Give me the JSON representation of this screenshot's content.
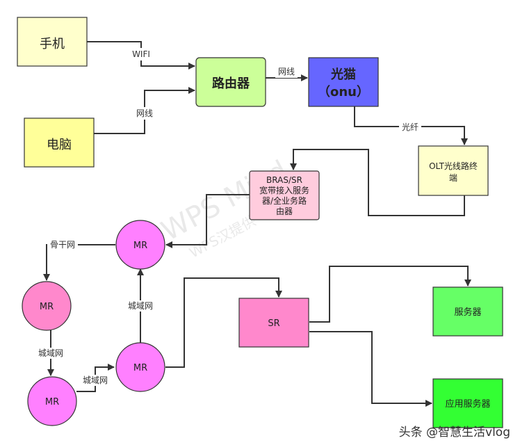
{
  "nodes": {
    "phone": {
      "label": [
        "手机"
      ],
      "fill": "#ffffcc"
    },
    "pc": {
      "label": [
        "电脑"
      ],
      "fill": "#ffff99"
    },
    "router": {
      "label": [
        "路由器"
      ],
      "fill": "#ccff99"
    },
    "onu": {
      "label": [
        "光猫",
        "（onu）"
      ],
      "fill": "#6666ff"
    },
    "olt": {
      "label": [
        "OLT光线路终",
        "端"
      ],
      "fill": "#ffffcc"
    },
    "bras": {
      "label": [
        "BRAS/SR",
        "宽带接入服务",
        "器/全业务路",
        "由器"
      ],
      "fill": "#ffccdd"
    },
    "mr_top": {
      "label": [
        "MR"
      ],
      "fill": "#ff80ff"
    },
    "mr_left": {
      "label": [
        "MR"
      ],
      "fill": "#ff88cc"
    },
    "mr_bottom": {
      "label": [
        "MR"
      ],
      "fill": "#ff80ff"
    },
    "mr_mid": {
      "label": [
        "MR"
      ],
      "fill": "#ff80ff"
    },
    "sr": {
      "label": [
        "SR"
      ],
      "fill": "#ff88cc"
    },
    "server": {
      "label": [
        "服务器"
      ],
      "fill": "#66ff66"
    },
    "app_server": {
      "label": [
        "应用服务器"
      ],
      "fill": "#33ff33"
    }
  },
  "edges": {
    "phone_router": "WIFI",
    "pc_router": "网线",
    "router_onu": "网线",
    "onu_olt": "光纤",
    "mrtop_mrleft": "骨干网",
    "mrleft_mrbottom": "城域网",
    "mrbottom_mrmid": "城域网",
    "mrmid_mrtop": "城域网"
  },
  "watermark": {
    "line1": "WPS Mind",
    "line2": "WPS汉提供"
  },
  "footer": "头条 @智慧生活vlog"
}
